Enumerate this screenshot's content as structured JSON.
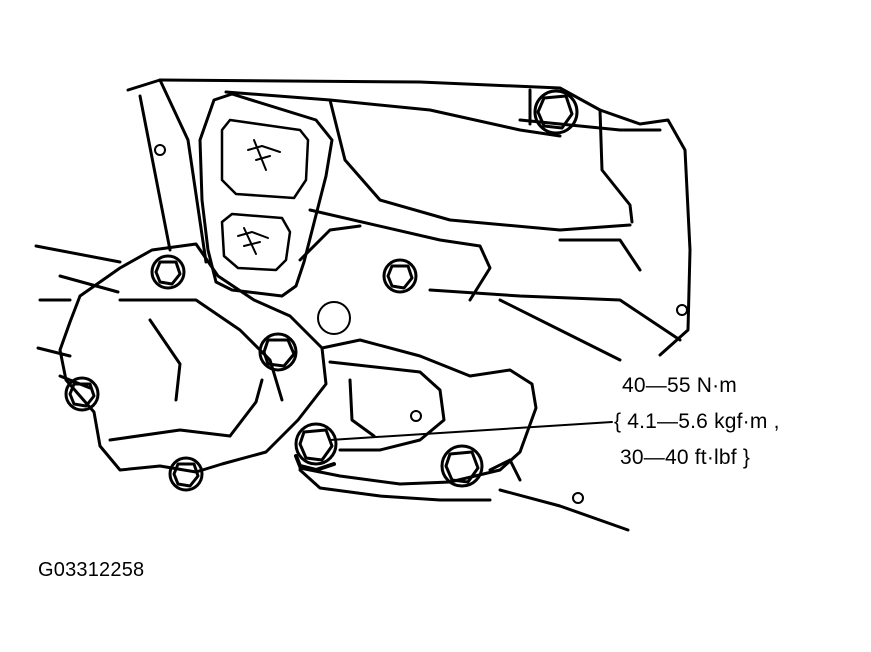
{
  "figure": {
    "callout": {
      "torque_nm": "40—55 N·m",
      "torque_kgfm": "{ 4.1—5.6 kgf·m ,",
      "torque_ftlbf": "30—40 ft·lbf }"
    },
    "figure_id": "G03312258"
  }
}
